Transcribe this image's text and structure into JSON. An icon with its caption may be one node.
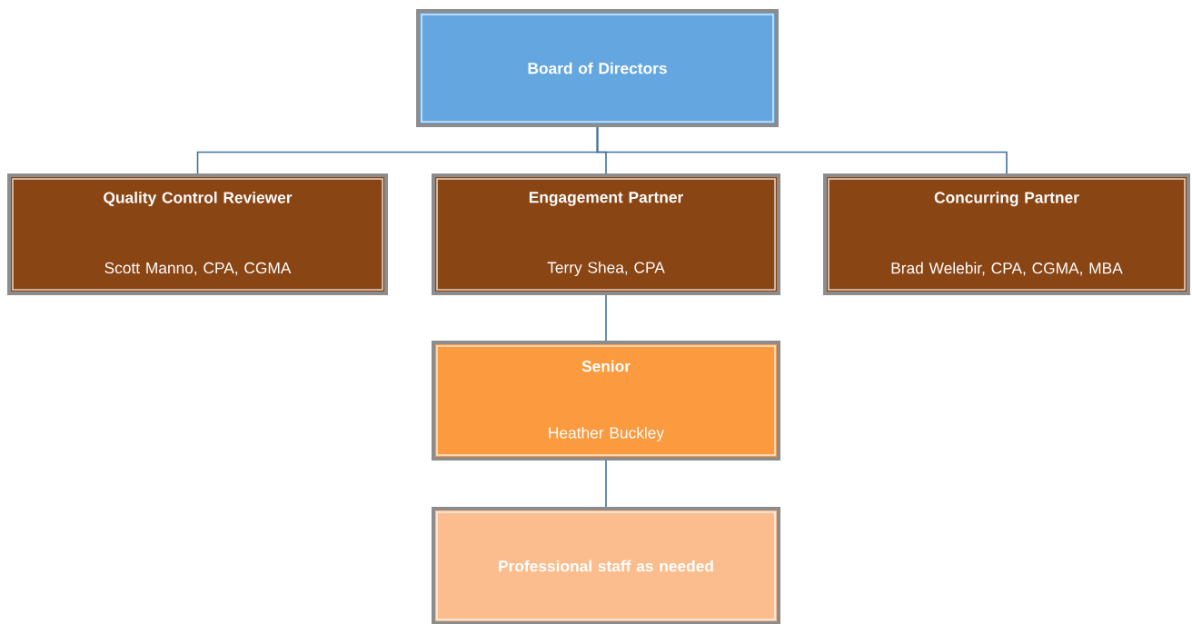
{
  "diagram": {
    "nodes": [
      {
        "text": [
          "Board of Directors"
        ]
      },
      {
        "text": [
          "Quality Control Reviewer",
          "Scott Manno, CPA, CGMA"
        ]
      },
      {
        "text": [
          "Engagement Partner",
          "Terry Shea, CPA"
        ]
      },
      {
        "text": [
          "Concurring Partner",
          "Brad Welebir, CPA, CGMA, MBA"
        ]
      },
      {
        "text": [
          "Senior",
          "Heather Buckley"
        ]
      },
      {
        "text": [
          "Professional staff as needed"
        ]
      }
    ],
    "edges": [
      {
        "from": 0,
        "to": 1,
        "arrow": "none"
      },
      {
        "from": 0,
        "to": 2,
        "arrow": "none"
      },
      {
        "from": 0,
        "to": 3,
        "arrow": "none"
      },
      {
        "from": 2,
        "to": 4,
        "arrow": "none"
      },
      {
        "from": 4,
        "to": 5,
        "arrow": "none"
      }
    ]
  }
}
